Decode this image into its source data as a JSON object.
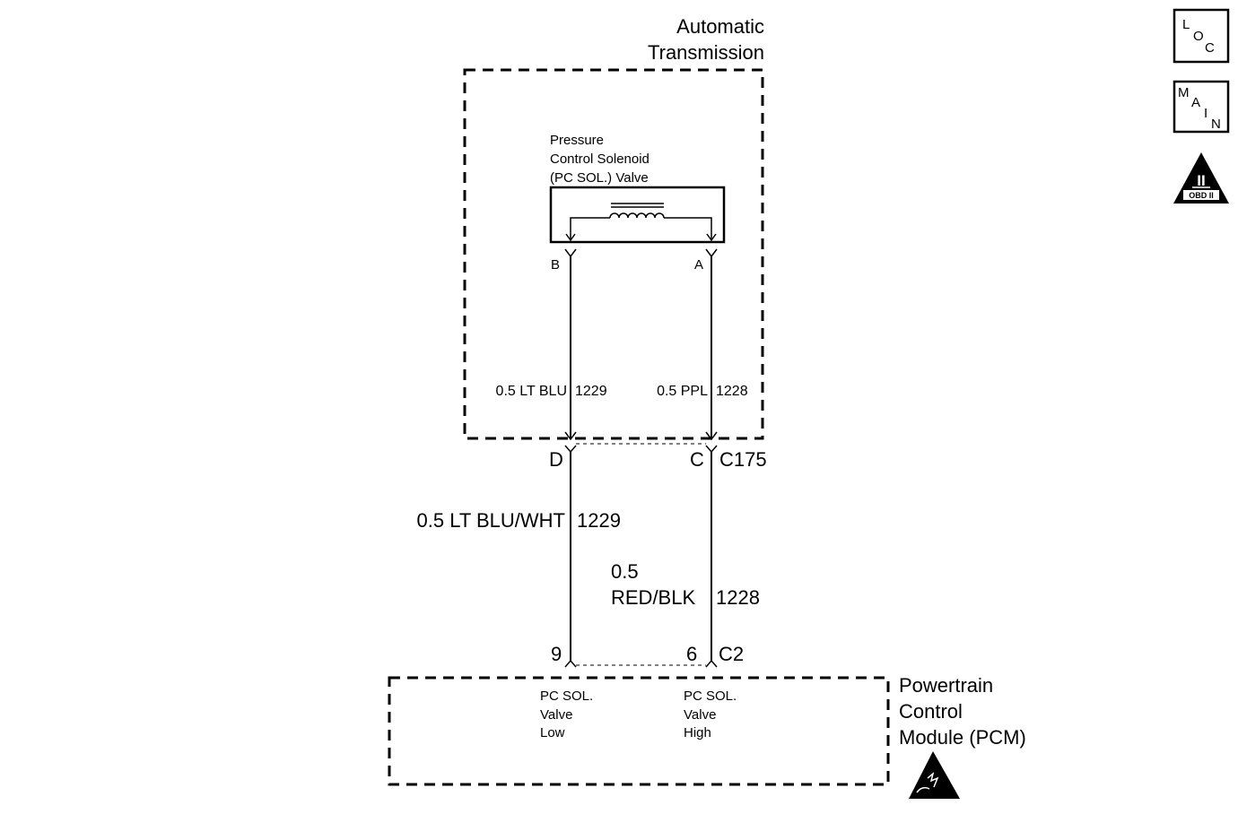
{
  "transmission": {
    "title_line1": "Automatic",
    "title_line2": "Transmission"
  },
  "solenoid": {
    "label_line1": "Pressure",
    "label_line2": "Control Solenoid",
    "label_line3": "(PC SOL.) Valve",
    "terminal_b": "B",
    "terminal_a": "A"
  },
  "wires_inner": {
    "left": {
      "spec": "0.5 LT BLU",
      "circuit": "1229"
    },
    "right": {
      "spec": "0.5 PPL",
      "circuit": "1228"
    }
  },
  "connector_c175": {
    "pin_left": "D",
    "pin_right": "C",
    "name": "C175"
  },
  "wires_outer": {
    "left": {
      "spec": "0.5 LT BLU/WHT",
      "circuit": "1229"
    },
    "right": {
      "spec_line1": "0.5",
      "spec_line2": "RED/BLK",
      "circuit": "1228"
    }
  },
  "connector_c2": {
    "pin_left": "9",
    "pin_right": "6",
    "name": "C2"
  },
  "pcm": {
    "title_line1": "Powertrain",
    "title_line2": "Control",
    "title_line3": "Module (PCM)",
    "input_low_line1": "PC SOL.",
    "input_low_line2": "Valve",
    "input_low_line3": "Low",
    "input_high_line1": "PC SOL.",
    "input_high_line2": "Valve",
    "input_high_line3": "High"
  },
  "nav": {
    "loc_letters": [
      "L",
      "O",
      "C"
    ],
    "main_letters": [
      "M",
      "A",
      "I",
      "N"
    ],
    "obd_numeral": "II",
    "obd_label": "OBD II"
  },
  "icons": {
    "coil": "coil-icon",
    "esd": "esd-warning-icon",
    "obd": "obd-ii-icon"
  }
}
